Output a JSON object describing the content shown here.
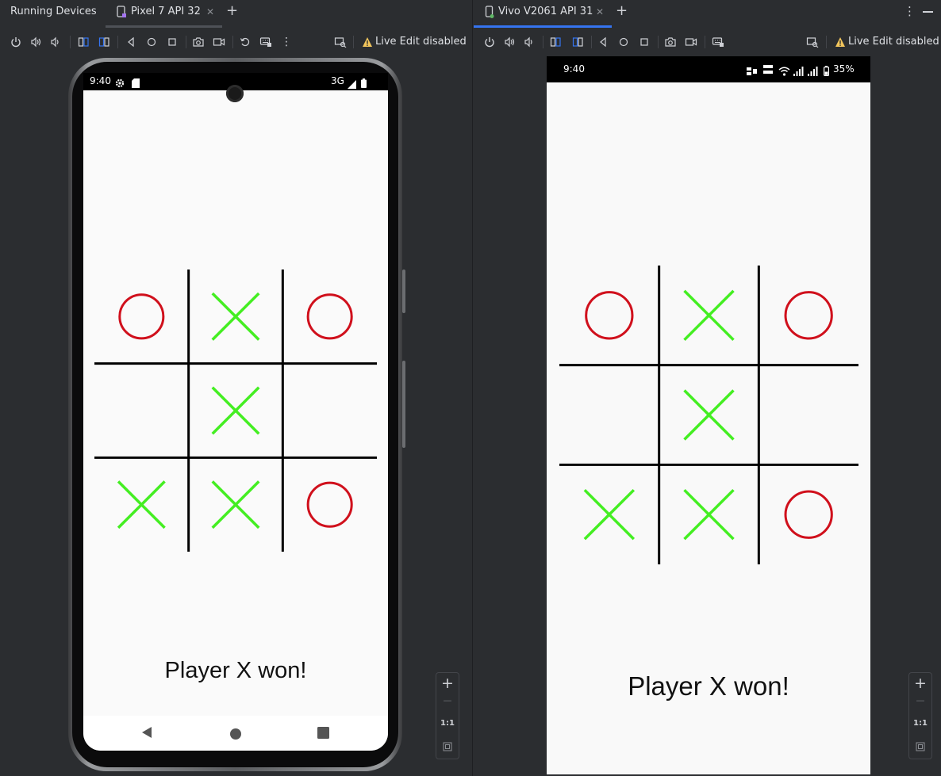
{
  "left_panel": {
    "title": "Running Devices",
    "tab_label": "Pixel 7 API 32",
    "live_edit": "Live Edit disabled",
    "status_time": "9:40",
    "status_network": "3G",
    "board": [
      "O",
      "X",
      "O",
      "",
      "X",
      "",
      "X",
      "X",
      "O"
    ],
    "result_text": "Player X won!"
  },
  "right_panel": {
    "tab_label": "Vivo V2061 API 31",
    "live_edit": "Live Edit disabled",
    "status_time": "9:40",
    "status_battery": "35%",
    "board": [
      "O",
      "X",
      "O",
      "",
      "X",
      "",
      "X",
      "X",
      "O"
    ],
    "result_text": "Player X won!"
  },
  "zoom": {
    "plus": "+",
    "minus": "—",
    "one_to_one": "1:1"
  },
  "colors": {
    "x_mark": "#44ee22",
    "o_mark": "#d0101c",
    "grid": "#000000",
    "accent": "#3574f0",
    "warning": "#f2c55c"
  }
}
